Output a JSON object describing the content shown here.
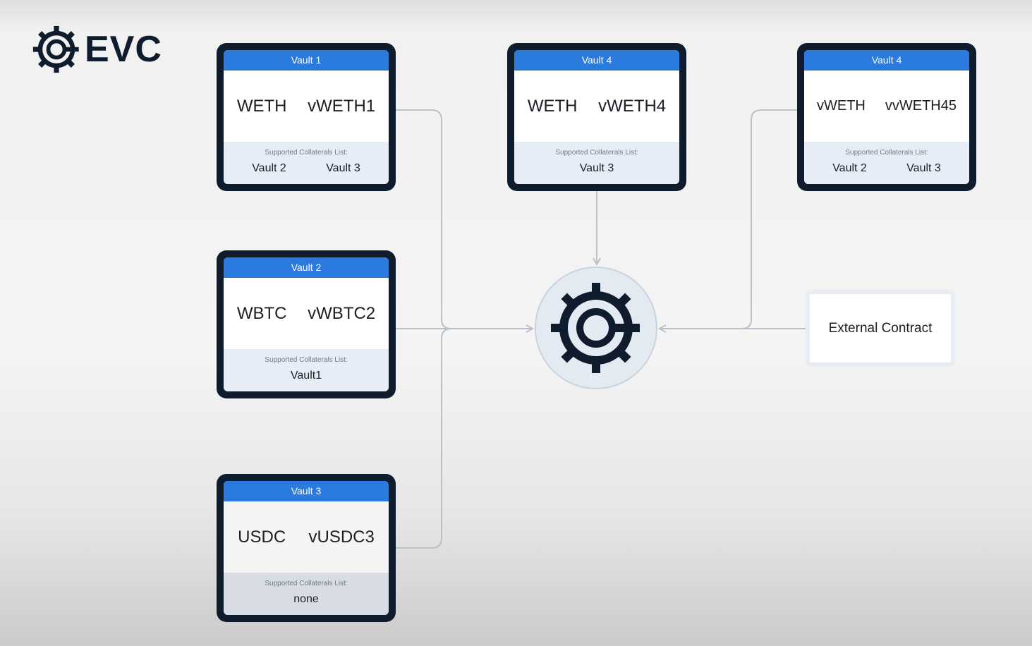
{
  "logo": {
    "text": "EVC",
    "icon": "gear-icon"
  },
  "vaults": [
    {
      "id": "vault1",
      "title": "Vault 1",
      "asset": "WETH",
      "share": "vWETH1",
      "collaterals_label": "Supported Collaterals List:",
      "collaterals": [
        "Vault 2",
        "Vault 3"
      ]
    },
    {
      "id": "vault4a",
      "title": "Vault 4",
      "asset": "WETH",
      "share": "vWETH4",
      "collaterals_label": "Supported Collaterals List:",
      "collaterals": [
        "Vault 3"
      ]
    },
    {
      "id": "vault4b",
      "title": "Vault 4",
      "asset": "vWETH",
      "share": "vvWETH45",
      "collaterals_label": "Supported Collaterals List:",
      "collaterals": [
        "Vault 2",
        "Vault 3"
      ]
    },
    {
      "id": "vault2",
      "title": "Vault 2",
      "asset": "WBTC",
      "share": "vWBTC2",
      "collaterals_label": "Supported Collaterals List:",
      "collaterals": [
        "Vault1"
      ]
    },
    {
      "id": "vault3",
      "title": "Vault 3",
      "asset": "USDC",
      "share": "vUSDC3",
      "collaterals_label": "Supported Collaterals List:",
      "collaterals": [
        "none"
      ]
    }
  ],
  "hub": {
    "icon": "gear-icon"
  },
  "external": {
    "label": "External Contract"
  },
  "colors": {
    "navy": "#0f1c2e",
    "header_blue": "#2b7ade",
    "collateral_bg": "#e6edf6",
    "connector": "#b9c2cb",
    "hub_bg": "#e3eaf2"
  }
}
